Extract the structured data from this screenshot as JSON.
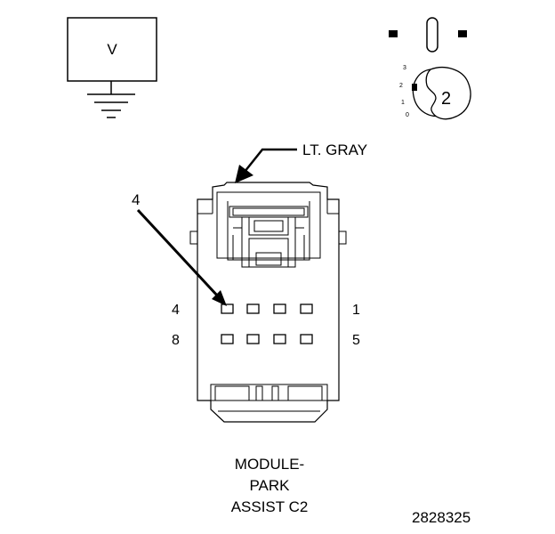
{
  "meter": {
    "symbol": "V"
  },
  "knob": {
    "positions": [
      "3",
      "2",
      "1",
      "0"
    ],
    "selected": "2"
  },
  "connector": {
    "color_callout": "LT. GRAY",
    "pointer_pin_label": "4",
    "row1_left_label": "4",
    "row1_right_label": "1",
    "row2_left_label": "8",
    "row2_right_label": "5",
    "name_lines": [
      "MODULE-",
      "PARK",
      "ASSIST C2"
    ]
  },
  "figure_id": "2828325"
}
